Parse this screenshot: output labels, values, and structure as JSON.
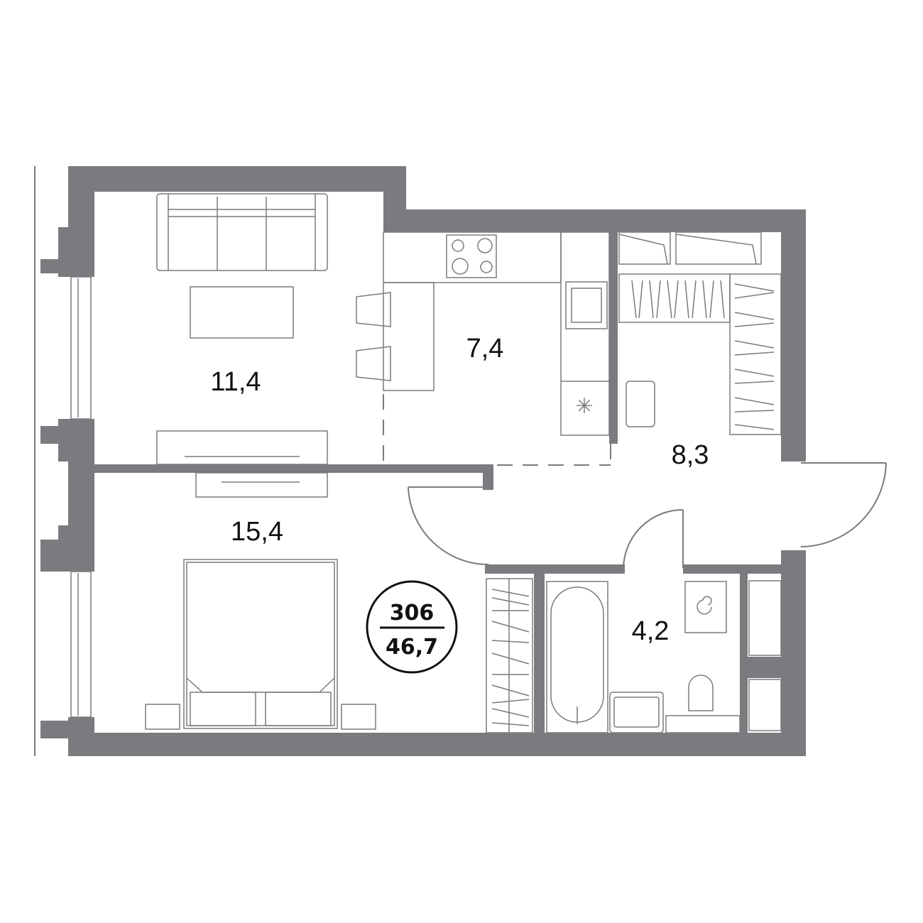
{
  "plan": {
    "apartment_number": "306",
    "total_area": "46,7",
    "rooms": [
      {
        "name": "living-room",
        "area": "11,4"
      },
      {
        "name": "kitchen",
        "area": "7,4"
      },
      {
        "name": "hallway",
        "area": "8,3"
      },
      {
        "name": "bedroom",
        "area": "15,4"
      },
      {
        "name": "bathroom",
        "area": "4,2"
      }
    ]
  },
  "colors": {
    "wall": "#7b7a7e",
    "line": "#7b7a7e",
    "text": "#111111"
  }
}
